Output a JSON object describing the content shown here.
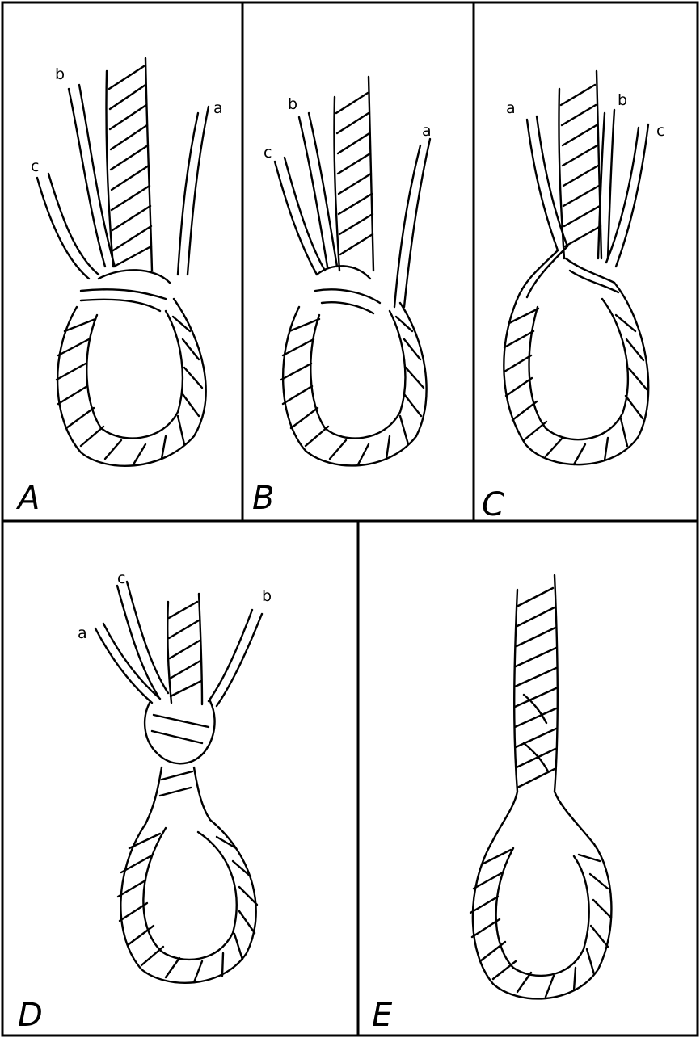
{
  "panels": [
    {
      "id": "A",
      "label": "A",
      "strands": [
        "a",
        "b",
        "c"
      ]
    },
    {
      "id": "B",
      "label": "B",
      "strands": [
        "a",
        "b",
        "c"
      ]
    },
    {
      "id": "C",
      "label": "C",
      "strands": [
        "a",
        "b",
        "c"
      ]
    },
    {
      "id": "D",
      "label": "D",
      "strands": [
        "a",
        "c",
        "b"
      ]
    },
    {
      "id": "E",
      "label": "E",
      "strands": []
    }
  ],
  "colors": {
    "ink": "#000000",
    "paper": "#ffffff"
  }
}
